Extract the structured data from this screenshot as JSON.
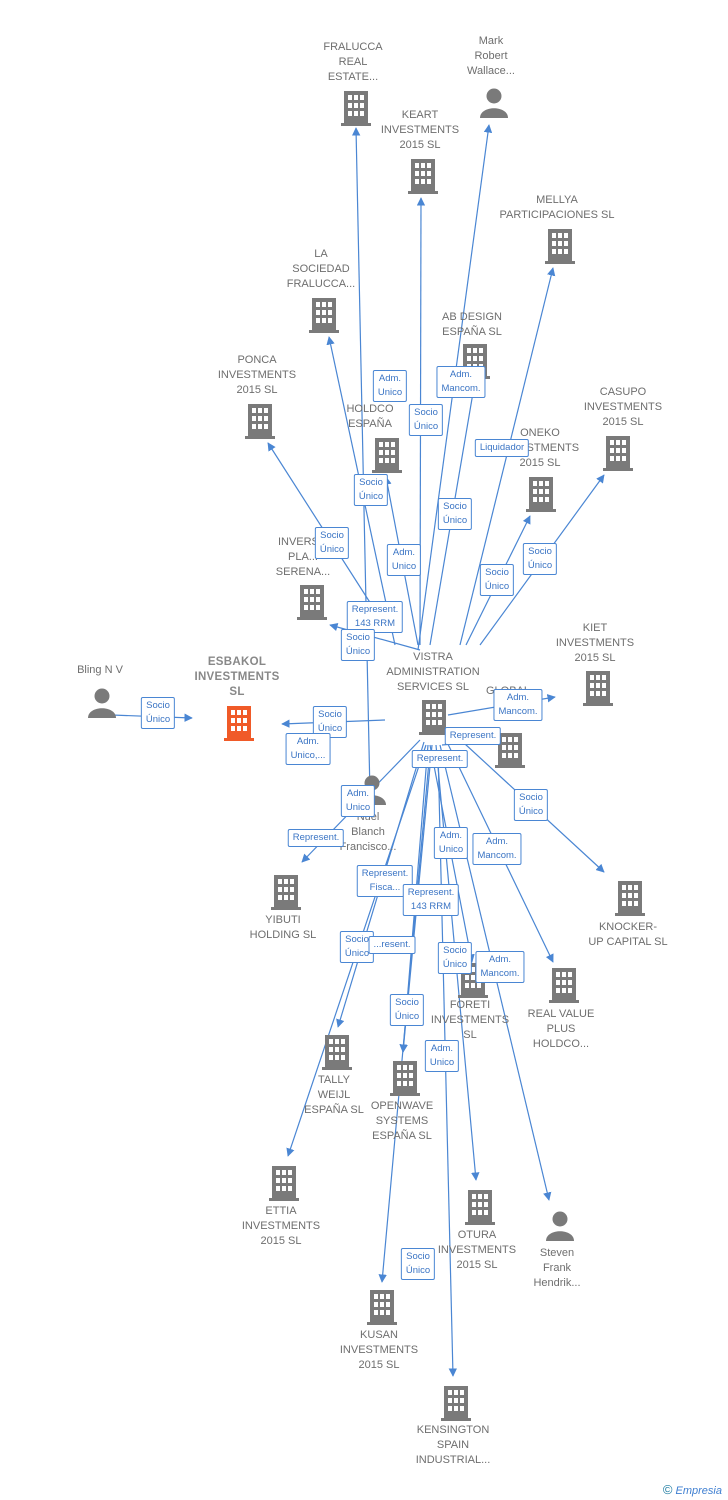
{
  "colors": {
    "edge": "#4a86d3",
    "node": "#7a7a7a",
    "main_node": "#f05a28"
  },
  "nodes": [
    {
      "id": "fralucca",
      "type": "company",
      "label": "FRALUCCA\nREAL\nESTATE..."
    },
    {
      "id": "mark",
      "type": "person",
      "label": "Mark\nRobert\nWallace..."
    },
    {
      "id": "keart",
      "type": "company",
      "label": "KEART\nINVESTMENTS\n2015  SL"
    },
    {
      "id": "mellya",
      "type": "company",
      "label": "MELLYA\nPARTICIPACIONES SL"
    },
    {
      "id": "lasociedad",
      "type": "company",
      "label": "LA\nSOCIEDAD\nFRALUCCA..."
    },
    {
      "id": "abdesign",
      "type": "company",
      "label": "AB DESIGN\nESPAÑA  SL"
    },
    {
      "id": "ponca",
      "type": "company",
      "label": "PONCA\nINVESTMENTS\n2015  SL"
    },
    {
      "id": "holdco",
      "type": "company",
      "label": "HOLDCO\nESPAÑA"
    },
    {
      "id": "casupo",
      "type": "company",
      "label": "CASUPO\nINVESTMENTS\n2015  SL"
    },
    {
      "id": "oneko",
      "type": "company",
      "label": "ONEKO\nINVESTMENTS\n2015  SL"
    },
    {
      "id": "invers",
      "type": "company",
      "label": "INVERS...\nPLA...\nSERENA..."
    },
    {
      "id": "vistra",
      "type": "company",
      "label": "VISTRA\nADMINISTRATION\nSERVICES  SL"
    },
    {
      "id": "kiet",
      "type": "company",
      "label": "KIET\nINVESTMENTS\n2015  SL"
    },
    {
      "id": "bling",
      "type": "person",
      "label": "Bling N V"
    },
    {
      "id": "esbakol",
      "type": "main",
      "label": "ESBAKOL\nINVESTMENTS\nSL"
    },
    {
      "id": "global",
      "type": "company",
      "label": "GLOBAL\nTI..."
    },
    {
      "id": "nuel",
      "type": "person",
      "label": "Nuel\nBlanch\nFrancisco..."
    },
    {
      "id": "yibuti",
      "type": "company",
      "label": "YIBUTI\nHOLDING SL"
    },
    {
      "id": "knocker",
      "type": "company",
      "label": "KNOCKER-\nUP CAPITAL  SL"
    },
    {
      "id": "foreti",
      "type": "company",
      "label": "FORETI\nINVESTMENTS\nSL"
    },
    {
      "id": "realvalue",
      "type": "company",
      "label": "REAL VALUE\nPLUS\nHOLDCO..."
    },
    {
      "id": "tally",
      "type": "company",
      "label": "TALLY\nWEIJL\nESPAÑA  SL"
    },
    {
      "id": "openwave",
      "type": "company",
      "label": "OPENWAVE\nSYSTEMS\nESPAÑA SL"
    },
    {
      "id": "ettia",
      "type": "company",
      "label": "ETTIA\nINVESTMENTS\n2015  SL"
    },
    {
      "id": "otura",
      "type": "company",
      "label": "OTURA\nINVESTMENTS\n2015  SL"
    },
    {
      "id": "steven",
      "type": "person",
      "label": "Steven\nFrank\nHendrik..."
    },
    {
      "id": "kusan",
      "type": "company",
      "label": "KUSAN\nINVESTMENTS\n2015  SL"
    },
    {
      "id": "kensington",
      "type": "company",
      "label": "KENSINGTON\nSPAIN\nINDUSTRIAL..."
    }
  ],
  "edge_labels": [
    "Adm.\nUnico",
    "Adm.\nMancom.",
    "Socio\nÚnico",
    "Liquidador",
    "Socio\nÚnico",
    "Socio\nÚnico",
    "Socio\nÚnico",
    "Adm.\nUnico",
    "Socio\nÚnico",
    "Socio\nÚnico",
    "Represent.\n143 RRM",
    "Socio\nÚnico",
    "Socio\nÚnico",
    "Socio\nÚnico",
    "Adm.\nUnico,...",
    "Represent.",
    "Adm.\nMancom.",
    "Represent.",
    "Adm.\nUnico",
    "Socio\nÚnico",
    "Represent.",
    "Adm.\nUnico",
    "Adm.\nMancom.",
    "Represent.\nFisca...",
    "Represent.\n143 RRM",
    "Socio\nÚnico",
    "...resent.",
    "Socio\nÚnico",
    "Adm.\nMancom.",
    "Socio\nÚnico",
    "Adm.\nUnico",
    "Socio\nÚnico"
  ],
  "credit": {
    "symbol": "©",
    "brand": "Empresia"
  }
}
